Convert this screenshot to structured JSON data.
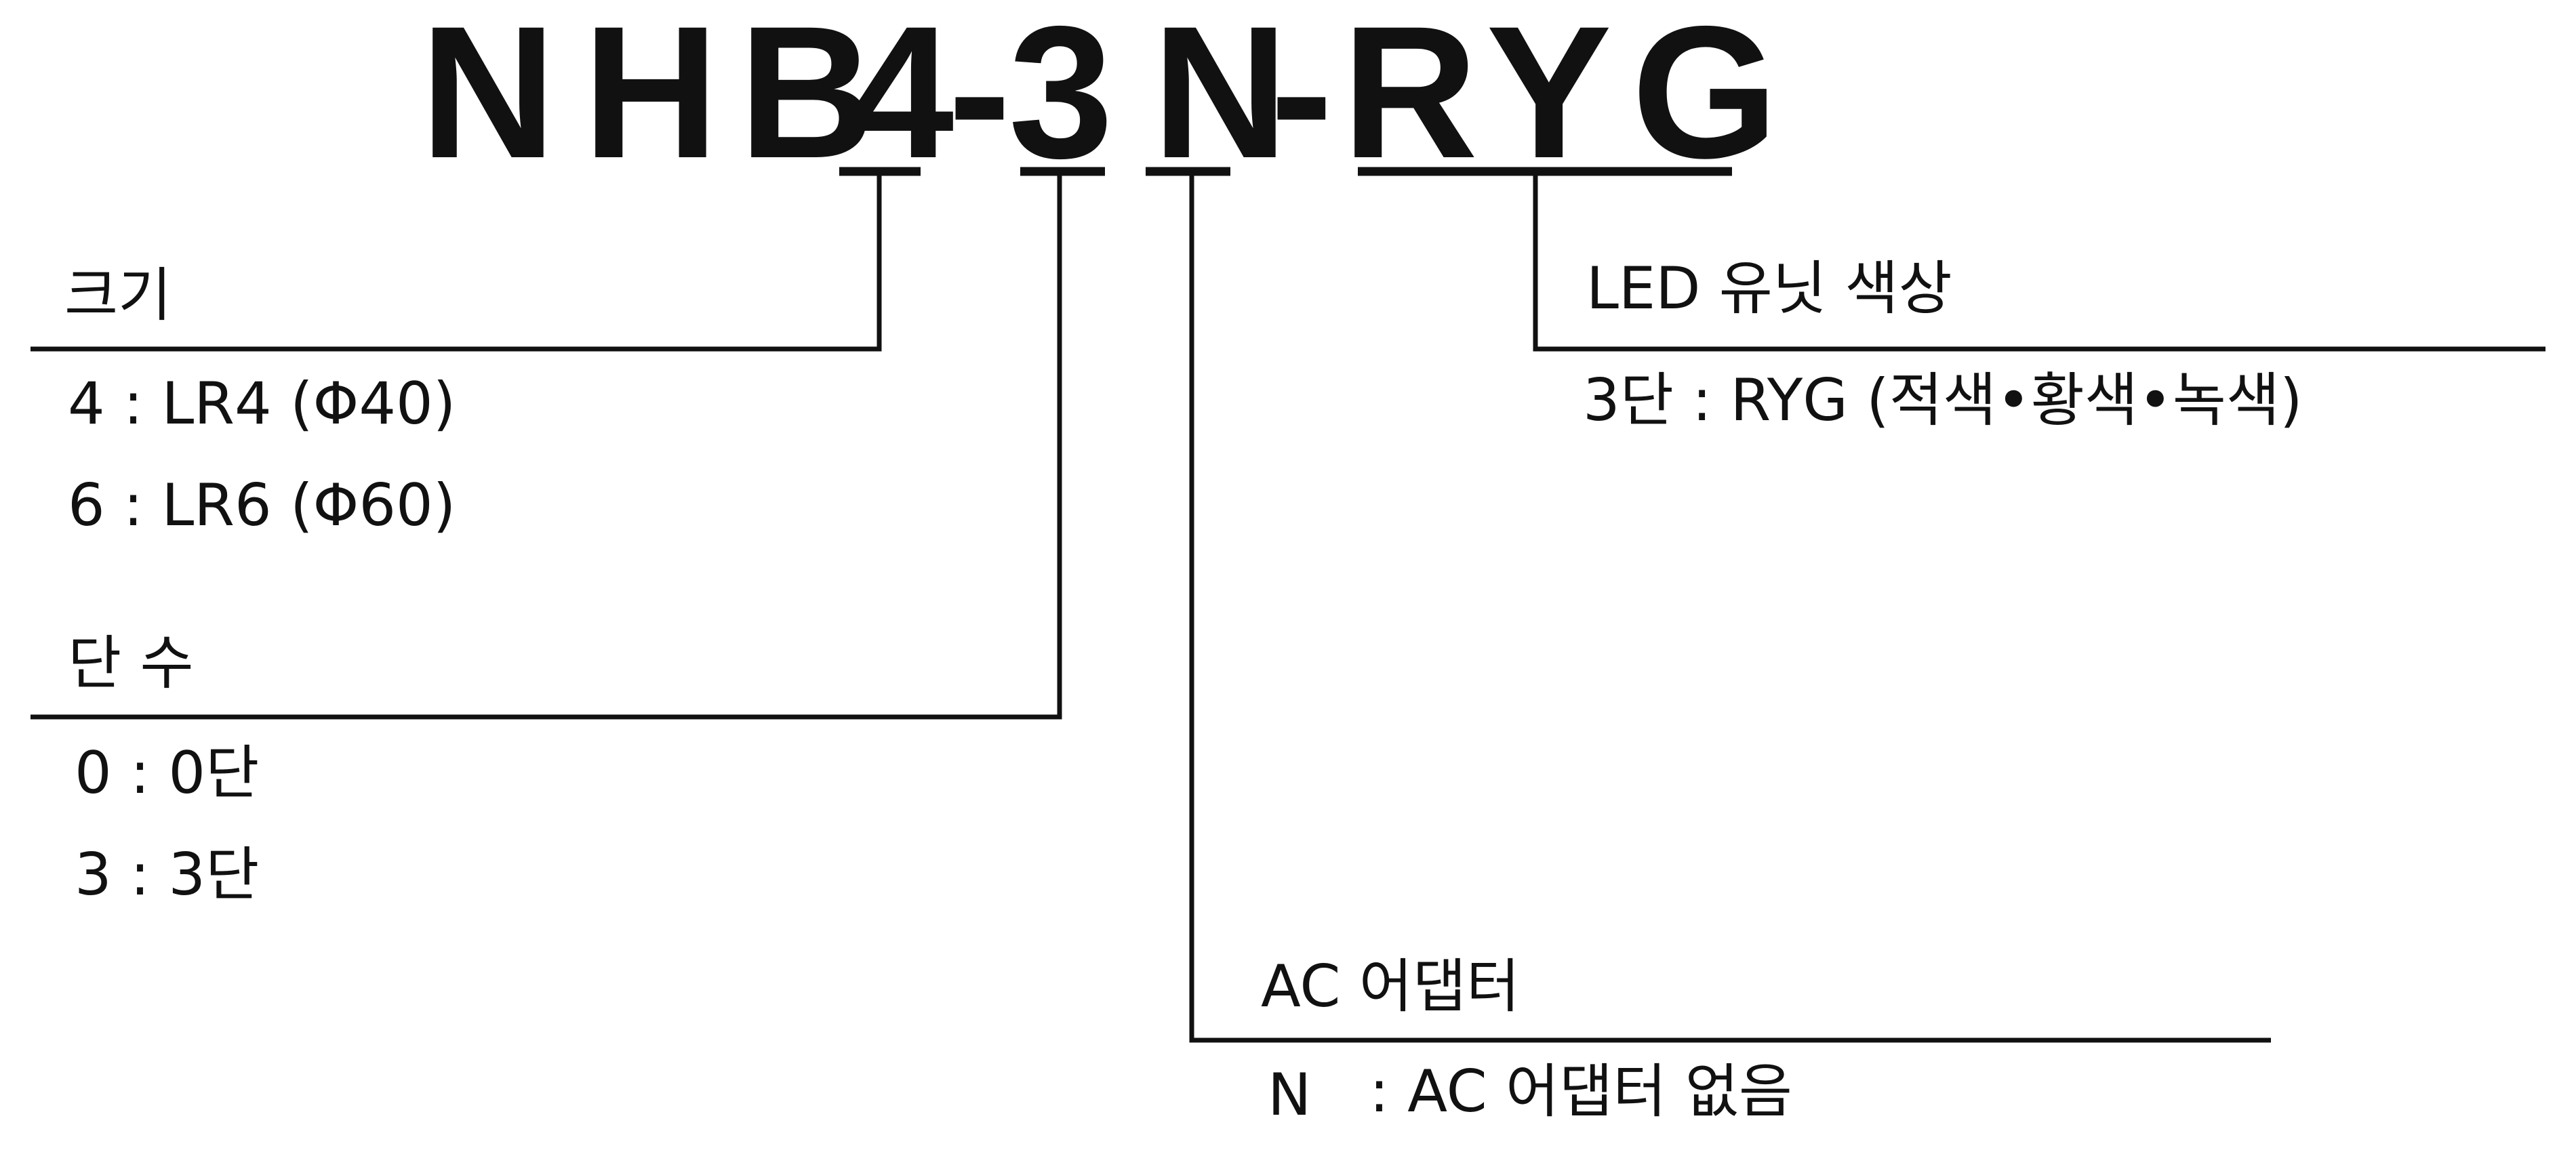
{
  "model_code": {
    "characters": [
      "N",
      "H",
      "B",
      "4",
      "-",
      "3",
      "N",
      "-",
      "R",
      "Y",
      "G"
    ]
  },
  "sections": {
    "size": {
      "title": "크기",
      "options": [
        "4 : LR4 (Φ40)",
        "6 : LR6 (Φ60)"
      ]
    },
    "tiers": {
      "title": "단 수",
      "options": [
        "0 : 0단",
        "3 : 3단"
      ]
    },
    "adapter": {
      "title": "AC 어댑터",
      "option_code": "N",
      "option_desc": ": AC 어댑터 없음"
    },
    "led_color": {
      "title": "LED 유닛 색상",
      "options": [
        "3단 : RYG (적색•황색•녹색)"
      ]
    }
  },
  "colors": {
    "ink": "#111111",
    "background": "#ffffff"
  }
}
